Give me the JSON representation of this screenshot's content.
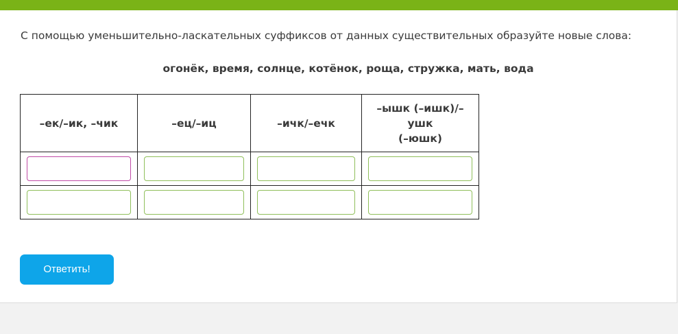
{
  "instruction": "С помощью уменьшительно-ласкательных суффиксов от данных существительных образуйте новые слова:",
  "words": "огонёк, время, солнце, котёнок, роща, стружка, мать, вода",
  "table": {
    "headers": [
      [
        "–ек/–ик, –чик"
      ],
      [
        "–ец/–иц"
      ],
      [
        "–ичк/–ечк"
      ],
      [
        "–ышк (–ишк)/–",
        "ушк",
        "(–юшк)"
      ]
    ],
    "rows": [
      [
        "",
        "",
        "",
        ""
      ],
      [
        "",
        "",
        "",
        ""
      ]
    ]
  },
  "submit_label": "Ответить!",
  "colors": {
    "accent_bar": "#7ab317",
    "button": "#0ea5e9",
    "field_border": "#8fbf5a",
    "field_focus": "#c04aa6"
  }
}
